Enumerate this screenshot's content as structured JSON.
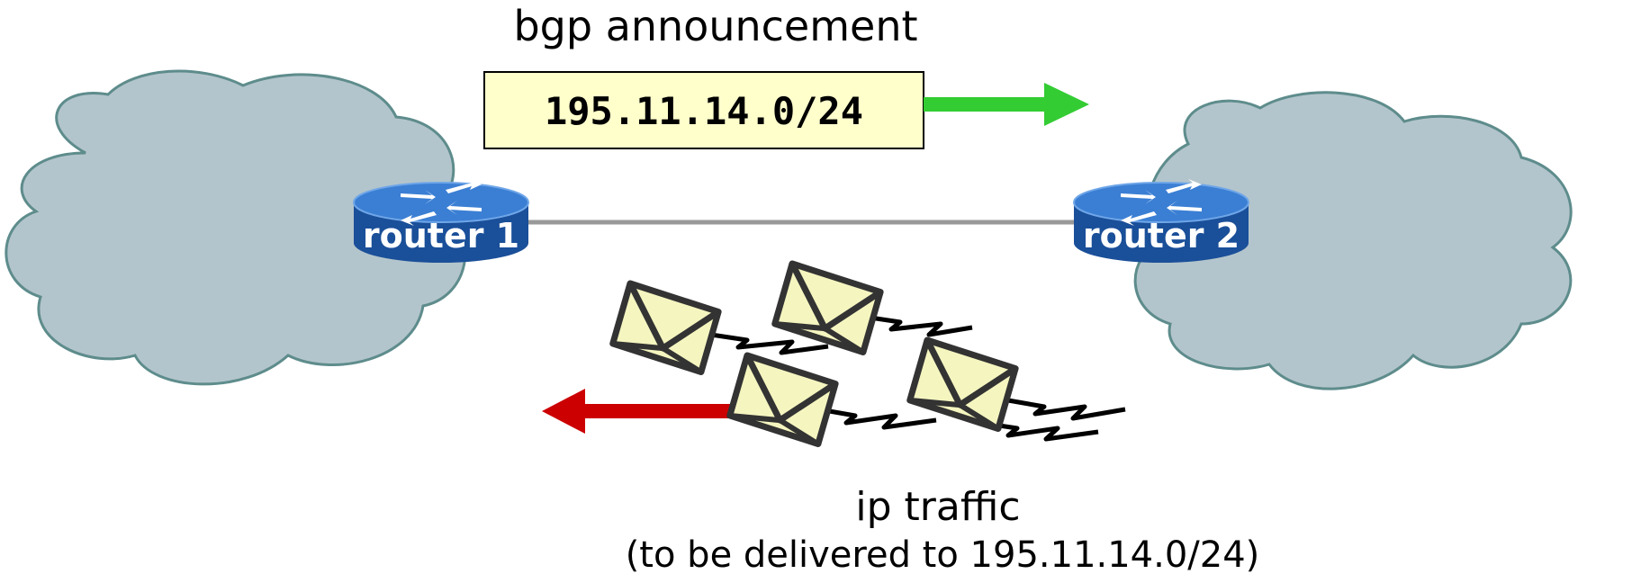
{
  "announcement": {
    "title": "bgp announcement",
    "prefix": "195.11.14.0/24"
  },
  "routers": [
    {
      "label": "router 1"
    },
    {
      "label": "router 2"
    }
  ],
  "traffic": {
    "title": "ip traffic",
    "subtitle": "(to be delivered to 195.11.14.0/24)"
  },
  "colors": {
    "cloud_fill": "#b3c5cc",
    "cloud_stroke": "#5e8c8c",
    "router_top": "#3b7fd4",
    "router_side": "#1a4f99",
    "link": "#999999",
    "announce_arrow": "#33cc33",
    "traffic_arrow": "#cc0000",
    "prefix_box_fill": "#ffffcc",
    "envelope_fill": "#f5f5c0"
  },
  "icons": {
    "router": "router-icon",
    "cloud": "network-cloud-icon",
    "envelope": "envelope-icon"
  }
}
